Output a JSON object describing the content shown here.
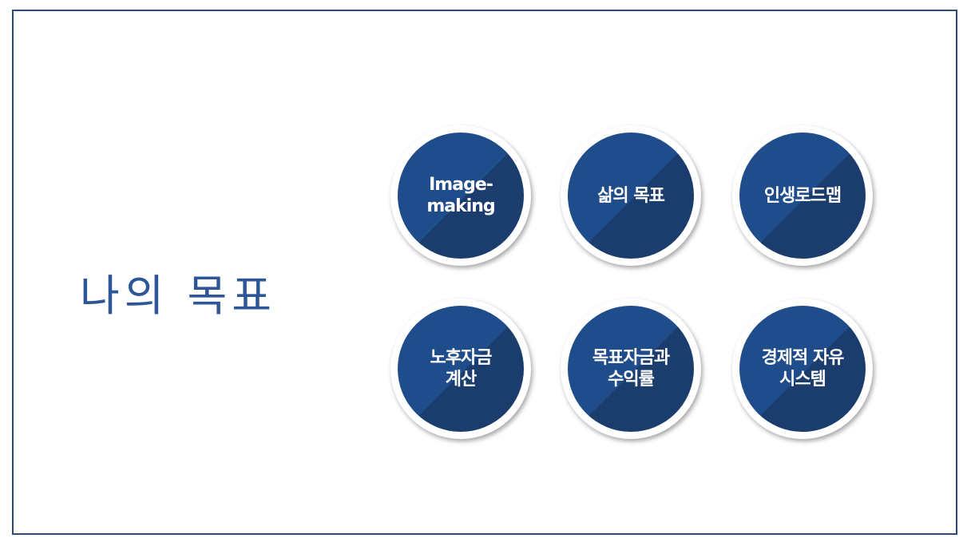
{
  "slide": {
    "title": "나의 목표",
    "accent_color": "#1f4c8a",
    "items": [
      {
        "label": "Image-\nmaking"
      },
      {
        "label": "삶의 목표"
      },
      {
        "label": "인생로드맵"
      },
      {
        "label": "노후자금\n계산"
      },
      {
        "label": "목표자금과\n수익률"
      },
      {
        "label": "경제적 자유\n시스템"
      }
    ]
  }
}
